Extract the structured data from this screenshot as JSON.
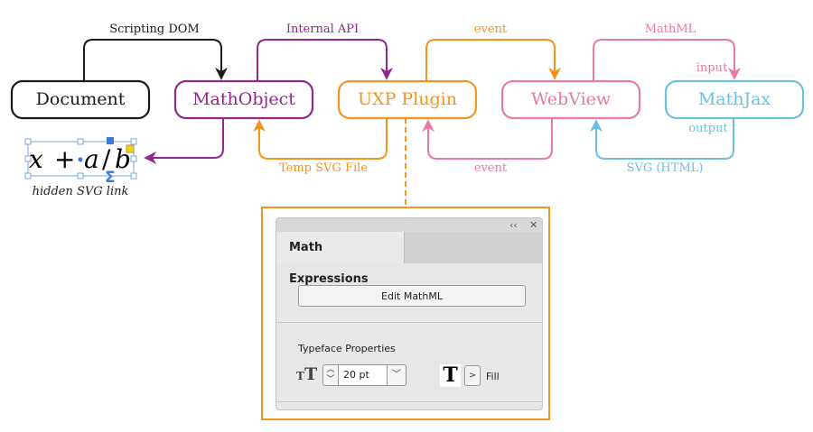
{
  "colors": {
    "document": "#1a1a1a",
    "mathobject": "#92278f",
    "uxp": "#f7941d",
    "webview": "#e879a8",
    "mathjax": "#6cc0e0",
    "link": "#92278f",
    "selection": "#4a90d9"
  },
  "nodes": {
    "document": "Document",
    "mathobject": "MathObject",
    "uxp": "UXP Plugin",
    "webview": "WebView",
    "mathjax": "MathJax"
  },
  "edges": {
    "scripting_dom": "Scripting DOM",
    "internal_api": "Internal API",
    "event_top": "event",
    "mathml": "MathML",
    "input": "input",
    "temp_svg": "Temp SVG File",
    "event_bottom": "event",
    "svg_html": "SVG (HTML)",
    "output": "output"
  },
  "formula": {
    "x": "x",
    "plus": "+",
    "a": "a",
    "slash": "/",
    "b": "b",
    "sigma": "Σ",
    "caption": "hidden SVG link"
  },
  "panel": {
    "collapse": "‹‹",
    "close": "✕",
    "tab": "Math Expressions",
    "edit_button": "Edit MathML",
    "typeface_label": "Typeface Properties",
    "font_size": "20 pt",
    "fill_label": "Fill"
  }
}
